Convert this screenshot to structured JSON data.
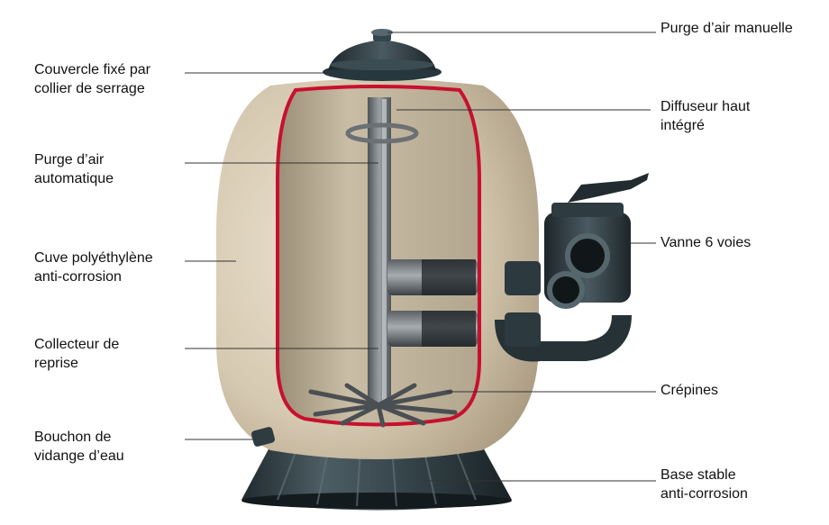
{
  "labels": {
    "lid_line1": "Couvercle fixé par",
    "lid_line2": "collier de serrage",
    "auto_purge_line1": "Purge d’air",
    "auto_purge_line2": "automatique",
    "tank_line1": "Cuve polyéthylène",
    "tank_line2": "anti-corrosion",
    "collector_line1": "Collecteur de",
    "collector_line2": "reprise",
    "drain_line1": "Bouchon de",
    "drain_line2": "vidange d’eau",
    "manual_purge": "Purge d’air manuelle",
    "diffuser_line1": "Diffuseur haut",
    "diffuser_line2": "intégré",
    "valve": "Vanne 6 voies",
    "strainers": "Crépines",
    "base_line1": "Base stable",
    "base_line2": "anti-corrosion"
  },
  "colors": {
    "tank": "#d9cdb8",
    "tank_shadow": "#b5a68d",
    "cutaway_rim": "#c8102e",
    "interior": "#cbbfa8",
    "dark_plastic": "#2f3b40",
    "pipe": "#6f7478",
    "leader_line": "#333333"
  }
}
